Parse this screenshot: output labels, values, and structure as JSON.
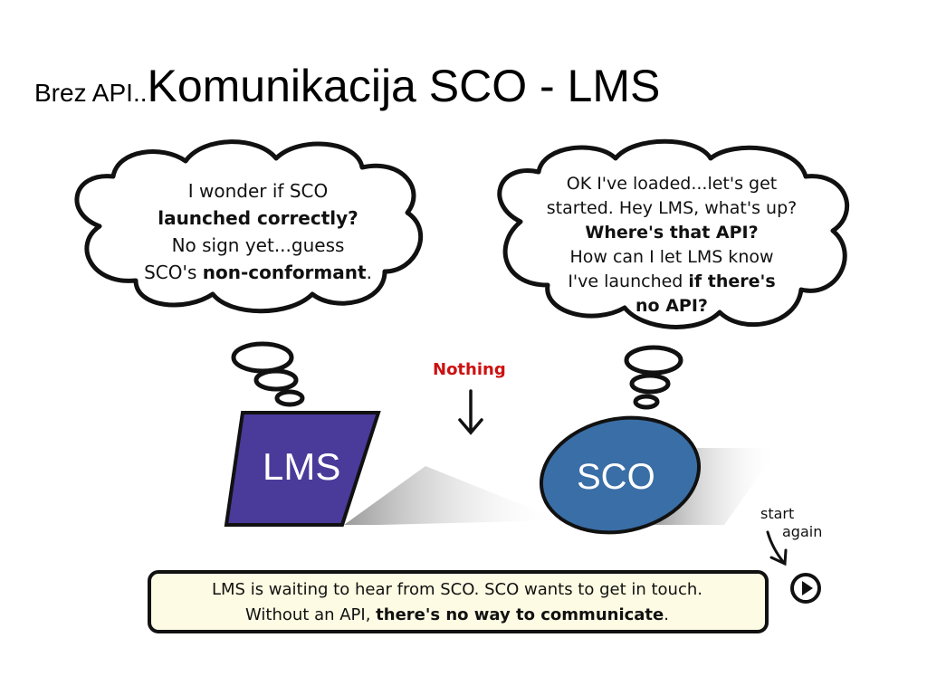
{
  "title": {
    "prefix": "Brez API..",
    "main": "Komunikacija SCO - LMS"
  },
  "left_bubble": {
    "line1": "I wonder if SCO",
    "line2": "launched correctly?",
    "line3": "No sign yet...guess",
    "line4_normal": "SCO's ",
    "line4_bold": "non-conformant",
    "line4_end": "."
  },
  "right_bubble": {
    "line1": "OK I've loaded...let's get",
    "line2": "started. Hey LMS, what's up?",
    "line3": "Where's that API?",
    "line4": "How can I let LMS know",
    "line5_normal": "I've launched ",
    "line5_bold": "if there's",
    "line6": "no API?"
  },
  "nothing_label": "Nothing",
  "lms_label": "LMS",
  "sco_label": "SCO",
  "start_again": {
    "start": "start",
    "again": "again"
  },
  "caption": {
    "line1": "LMS is waiting to hear from SCO.   SCO wants to get in touch.",
    "line2_normal": "Without an API, ",
    "line2_bold": "there's no way to communicate",
    "line2_end": "."
  },
  "colors": {
    "lms_fill": "#4a3a9a",
    "sco_fill": "#3a6ea6",
    "nothing_red": "#cc1111",
    "caption_bg": "#fdfbe3"
  }
}
